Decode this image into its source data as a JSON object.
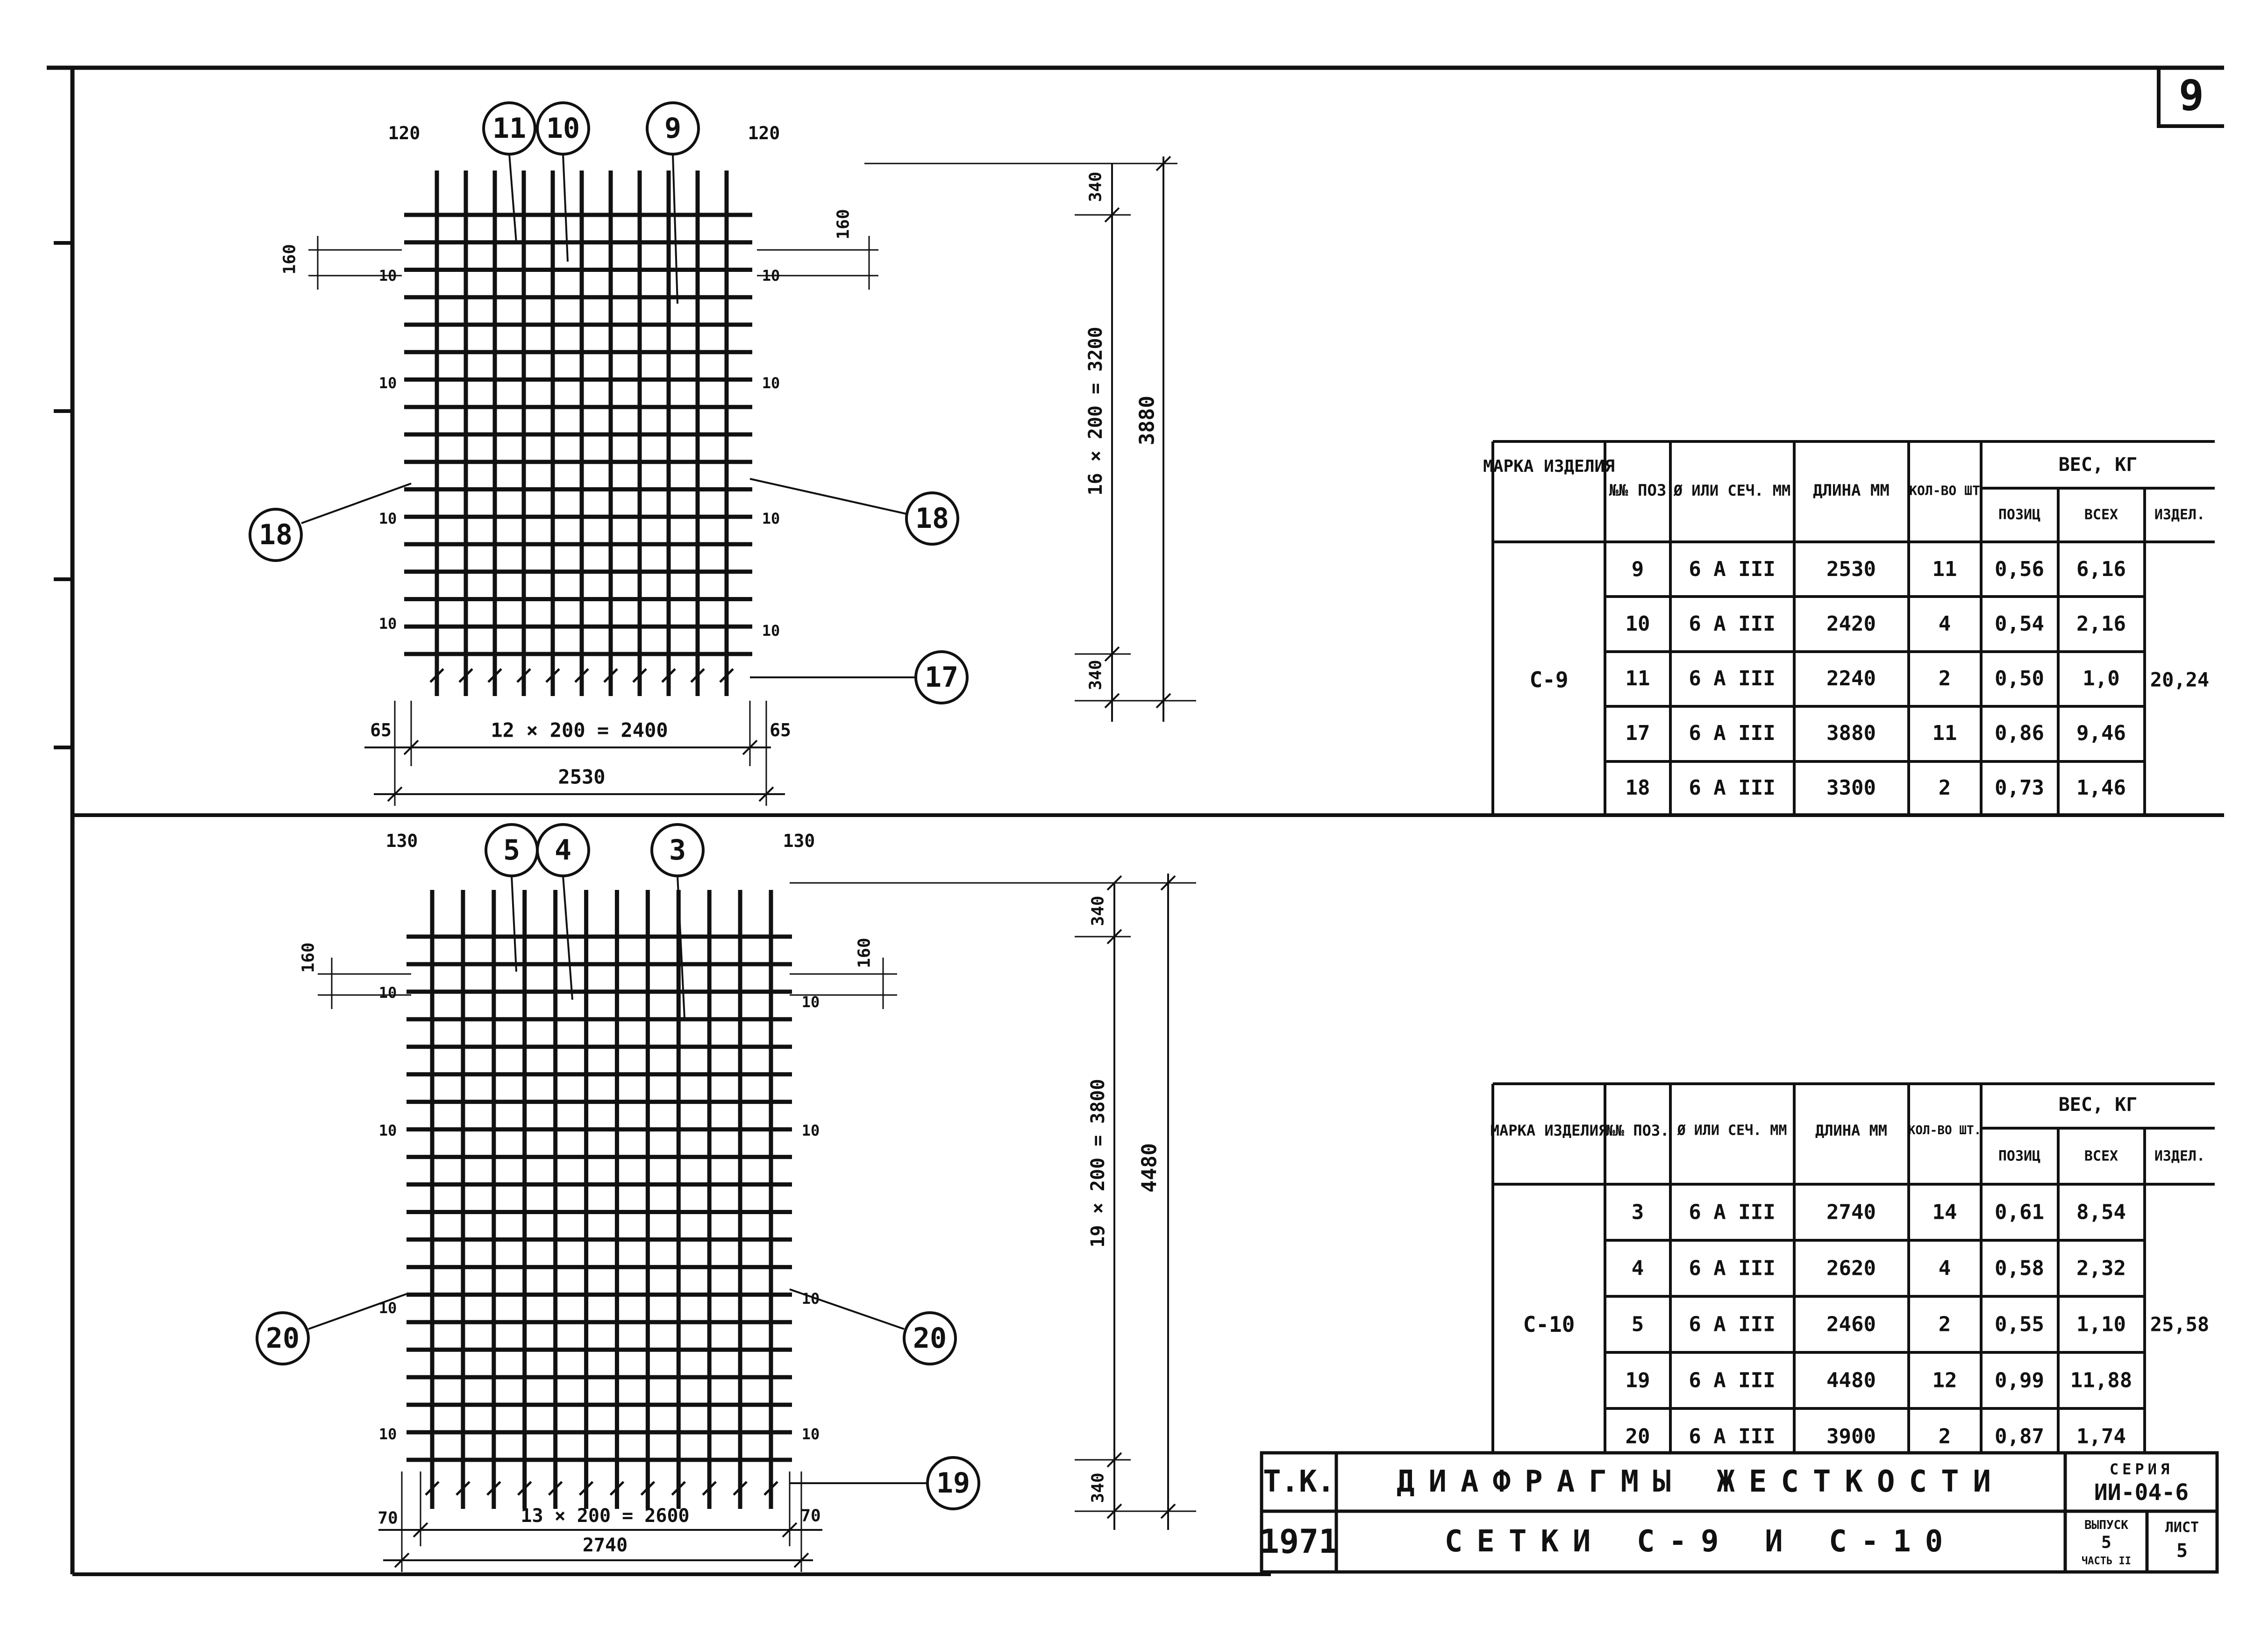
{
  "sheet_number": "9",
  "mesh_top": {
    "bar_labels": [
      "11",
      "10",
      "9"
    ],
    "side_label_left": "18",
    "side_label_right": "18",
    "bottom_label": "17",
    "edge_top_left": "120",
    "edge_top_right": "120",
    "offset_left": "160",
    "offset_right": "160",
    "tens": [
      "10",
      "10",
      "10",
      "10",
      "10",
      "10",
      "10",
      "10"
    ],
    "dim_bottom_inner": "12 × 200 = 2400",
    "dim_bottom_left": "65",
    "dim_bottom_right": "65",
    "dim_total_width": "2530",
    "dim_top_end": "340",
    "dim_vertical_middle": "16 × 200 = 3200",
    "dim_bottom_end": "340",
    "dim_total_height": "3880"
  },
  "mesh_bottom": {
    "bar_labels": [
      "5",
      "4",
      "3"
    ],
    "side_label_left": "20",
    "side_label_right": "20",
    "bottom_label": "19",
    "edge_top_left": "130",
    "edge_top_right": "130",
    "offset_left": "160",
    "offset_right": "160",
    "tens": [
      "10",
      "10",
      "10",
      "10",
      "10",
      "10",
      "10",
      "10"
    ],
    "dim_bottom_inner": "13 × 200 = 2600",
    "dim_bottom_left": "70",
    "dim_bottom_right": "70",
    "dim_total_width": "2740",
    "dim_top_end": "340",
    "dim_vertical_middle": "19 × 200 = 3800",
    "dim_bottom_end": "340",
    "dim_total_height": "4480"
  },
  "table_top": {
    "headers": [
      "МАРКА ИЗДЕЛИЯ",
      "№№ ПОЗ",
      "Ø ИЛИ СЕЧ. ММ",
      "ДЛИНА ММ",
      "КОЛ-ВО ШТ"
    ],
    "weight_header": "ВЕС, КГ",
    "weight_sub": [
      "ПОЗИЦ",
      "ВСЕХ",
      "ИЗДЕЛ."
    ],
    "mark": "С-9",
    "total": "20,24",
    "rows": [
      [
        "9",
        "6 А III",
        "2530",
        "11",
        "0,56",
        "6,16"
      ],
      [
        "10",
        "6 А III",
        "2420",
        "4",
        "0,54",
        "2,16"
      ],
      [
        "11",
        "6 А III",
        "2240",
        "2",
        "0,50",
        "1,0"
      ],
      [
        "17",
        "6 А III",
        "3880",
        "11",
        "0,86",
        "9,46"
      ],
      [
        "18",
        "6 А III",
        "3300",
        "2",
        "0,73",
        "1,46"
      ]
    ]
  },
  "table_bottom": {
    "headers": [
      "МАРКА ИЗДЕЛИЯ",
      "№№ ПОЗ.",
      "Ø ИЛИ СЕЧ. ММ",
      "ДЛИНА ММ",
      "КОЛ-ВО ШТ."
    ],
    "weight_header": "ВЕС, КГ",
    "weight_sub": [
      "ПОЗИЦ",
      "ВСЕХ",
      "ИЗДЕЛ."
    ],
    "mark": "С-10",
    "total": "25,58",
    "rows": [
      [
        "3",
        "6 А III",
        "2740",
        "14",
        "0,61",
        "8,54"
      ],
      [
        "4",
        "6 А III",
        "2620",
        "4",
        "0,58",
        "2,32"
      ],
      [
        "5",
        "6 А III",
        "2460",
        "2",
        "0,55",
        "1,10"
      ],
      [
        "19",
        "6 А III",
        "4480",
        "12",
        "0,99",
        "11,88"
      ],
      [
        "20",
        "6 А III",
        "3900",
        "2",
        "0,87",
        "1,74"
      ]
    ]
  },
  "title_block": {
    "code": "Т.К.",
    "year": "1971",
    "title": "ДИАФРАГМЫ ЖЕСТКОСТИ",
    "subtitle": "СЕТКИ С-9 И С-10",
    "series_label": "СЕРИЯ",
    "series_value": "ИИ-04-6",
    "issue_label": "ВЫПУСК",
    "issue_value": "5",
    "part_label": "ЧАСТЬ II",
    "sheet_label": "ЛИСТ",
    "sheet_value": "5"
  }
}
